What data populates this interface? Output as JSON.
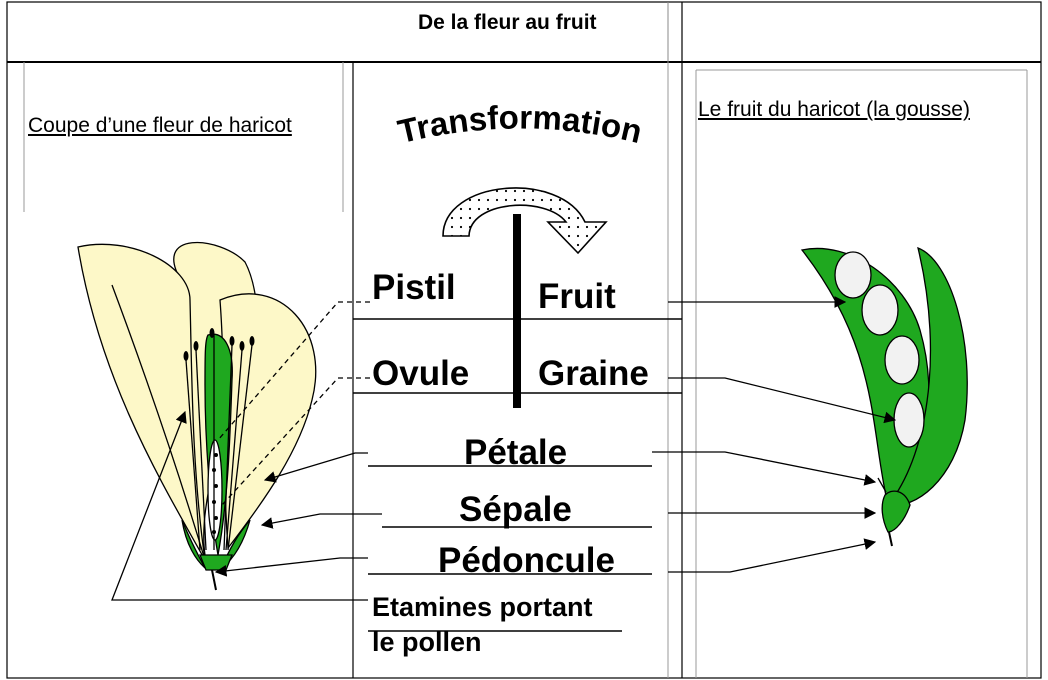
{
  "title": "De la fleur au fruit",
  "left_caption": "Coupe d’une fleur de haricot",
  "right_caption": "Le fruit du haricot (la gousse)",
  "center_heading": "Transformation",
  "flower_parts": {
    "pistil": "Pistil",
    "ovule": "Ovule",
    "petale": "Pétale",
    "sepale": "Sépale",
    "pedoncule": "Pédoncule",
    "etamines_line1": "Etamines portant",
    "etamines_line2": "le pollen"
  },
  "fruit_parts": {
    "fruit": "Fruit",
    "graine": "Graine"
  },
  "colors": {
    "petal_fill": "#fdf8c8",
    "green": "#1fa81f",
    "dark_green": "#0b6b0b",
    "seed_fill": "#f2f2f2"
  }
}
